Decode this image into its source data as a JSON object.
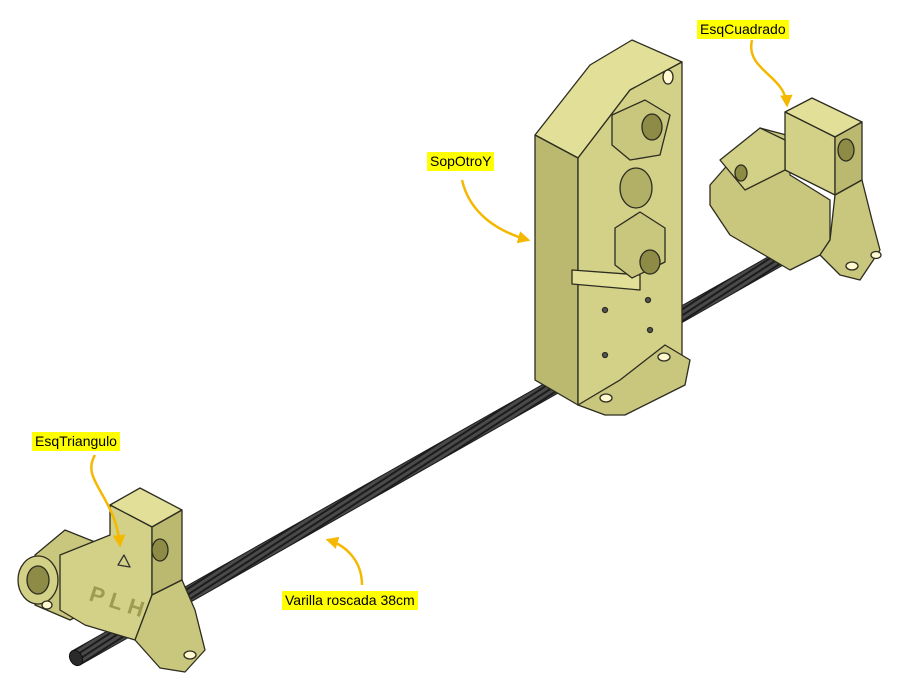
{
  "labels": {
    "esq_triangulo": "EsqTriangulo",
    "sop_otro_y": "SopOtroY",
    "esq_cuadrado": "EsqCuadrado",
    "varilla": "Varilla roscada 38cm"
  },
  "engraving": {
    "text": "PLH"
  },
  "colors": {
    "part_fill": "#d3d087",
    "part_light": "#e2df98",
    "part_dark": "#a9a65e",
    "edge": "#2c2c20",
    "rod": "#3a3a3a",
    "callout_bg": "#ffff00",
    "arrow": "#f5b800"
  }
}
